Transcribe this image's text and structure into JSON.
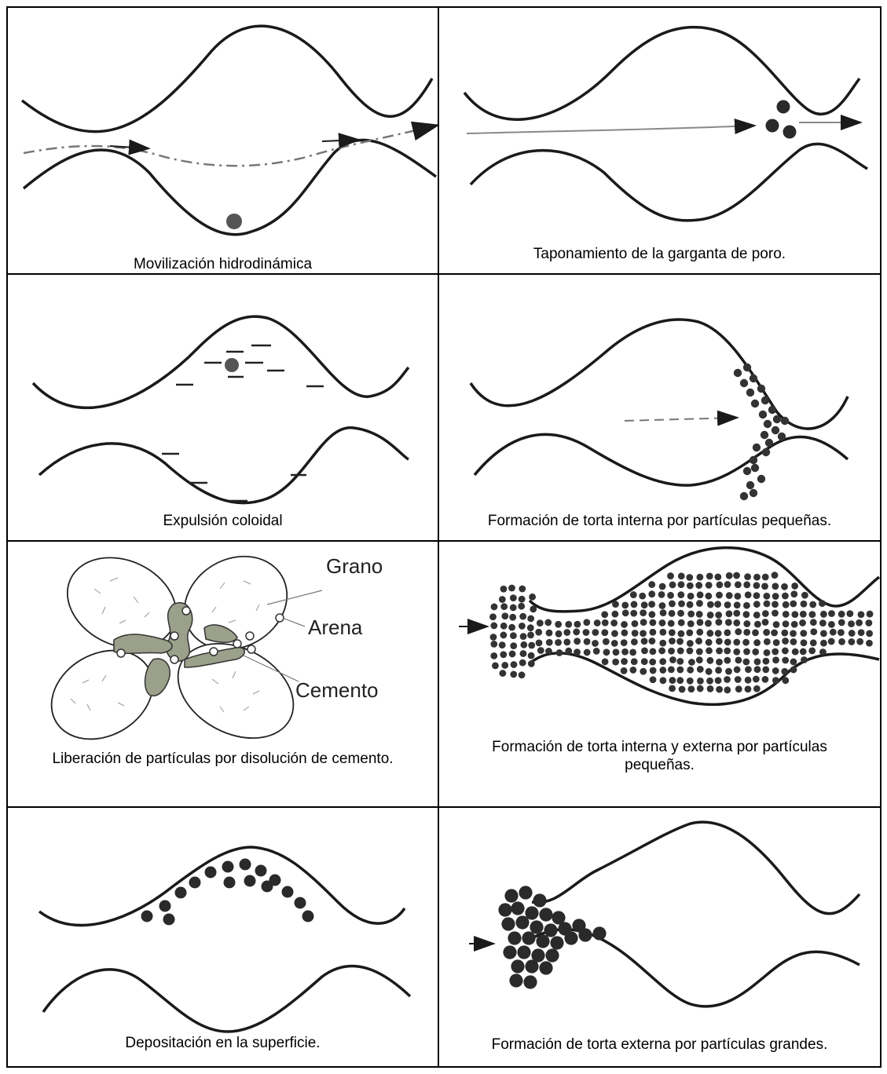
{
  "panels": {
    "p1": {
      "caption": "Movilización hidrodinámica"
    },
    "p2": {
      "caption": "Taponamiento de la garganta de poro."
    },
    "p3": {
      "caption": "Expulsión coloidal"
    },
    "p4": {
      "caption": "Formación de torta interna por partículas pequeñas."
    },
    "p5": {
      "caption": "Liberación de partículas por disolución de cemento.",
      "labels": {
        "grain": "Grano",
        "sand": "Arena",
        "cement": "Cemento"
      }
    },
    "p6": {
      "caption": "Formación de torta interna y externa por partículas pequeñas."
    },
    "p7": {
      "caption": "Depositación en la superficie."
    },
    "p8": {
      "caption": "Formación de torta externa por partículas grandes."
    }
  },
  "colors": {
    "line": "#1a1a1a",
    "particle": "#333333",
    "flow": "#888888",
    "cement": "#9aa08a"
  }
}
